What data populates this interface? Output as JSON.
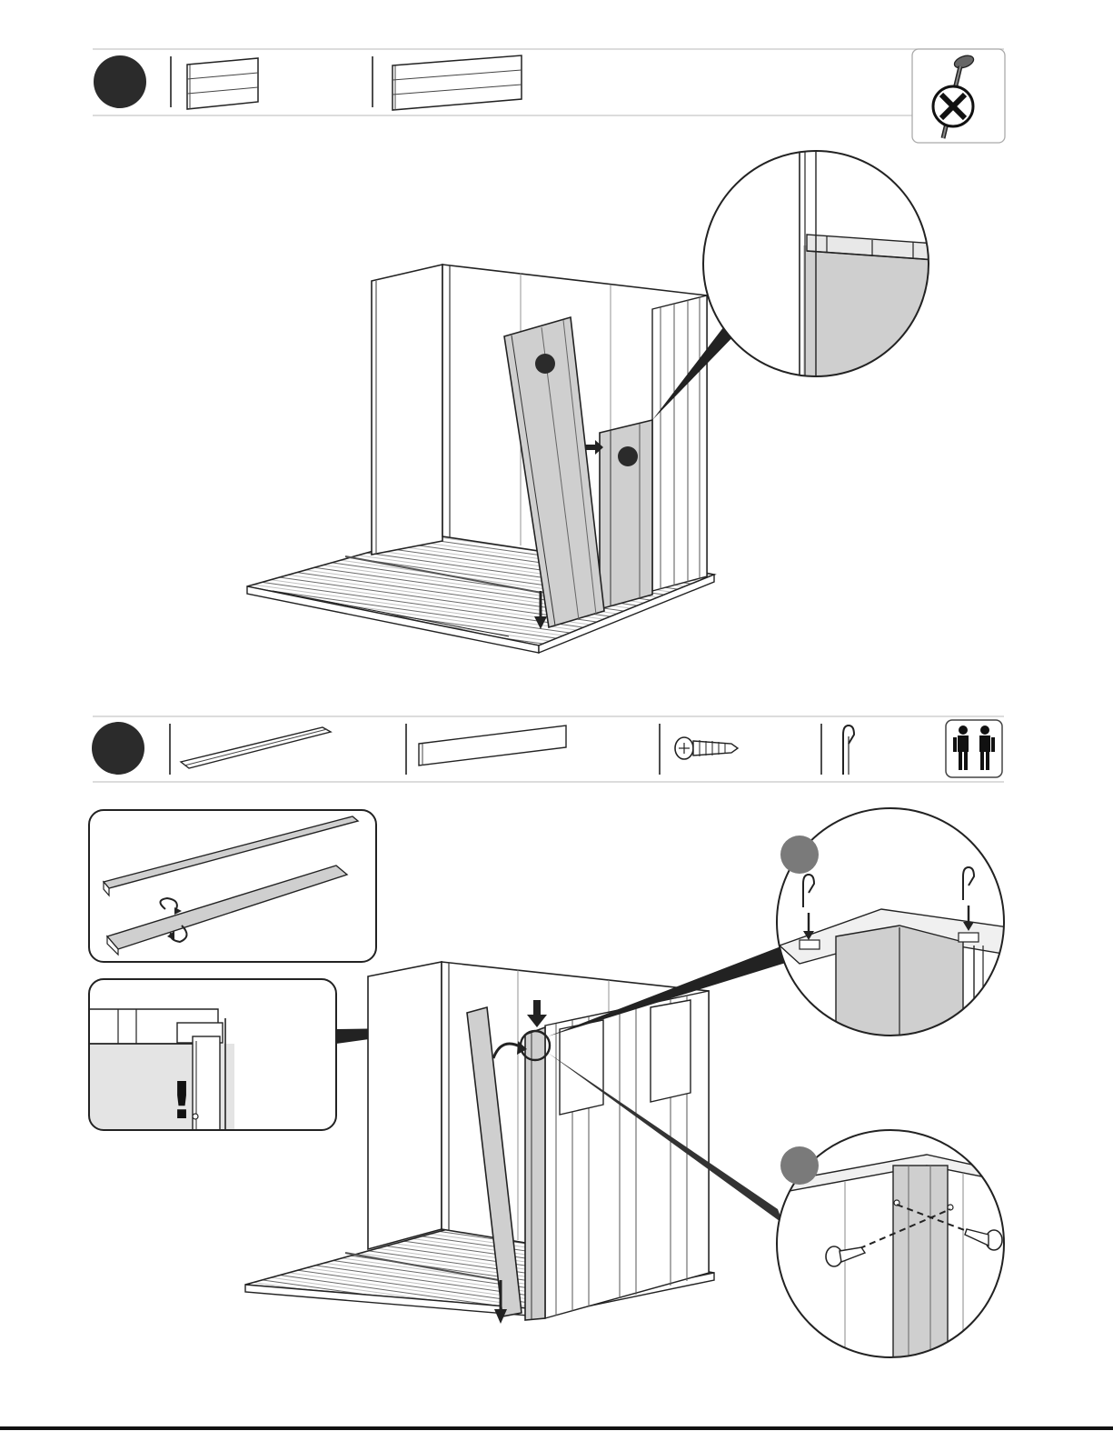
{
  "document": {
    "type": "assembly-instructions-page",
    "steps": [
      {
        "number": "",
        "parts": [
          {
            "icon": "short-wall-panel-icon"
          },
          {
            "icon": "long-wall-panel-icon"
          }
        ],
        "tool_notice": {
          "icon": "no-screws-icon"
        },
        "callouts": [
          {
            "number": ""
          },
          {
            "number": ""
          }
        ]
      },
      {
        "number": "",
        "parts": [
          {
            "icon": "connector-profile-icon"
          },
          {
            "icon": "corner-profile-icon"
          },
          {
            "icon": "screw-icon"
          },
          {
            "icon": "clip-icon"
          }
        ],
        "people_notice": {
          "icon": "two-people-icon"
        },
        "details": [
          {
            "name": "profile-flip-detail"
          },
          {
            "name": "alignment-warning-detail",
            "mark": "!"
          },
          {
            "name": "clip-insertion-detail",
            "callout": ""
          },
          {
            "name": "screw-fastening-detail",
            "callout": ""
          }
        ]
      }
    ]
  },
  "colors": {
    "line": "#1a1a1a",
    "panel_fill": "#cfcfcf",
    "step_badge": "#2b2b2b",
    "callout_grey": "#7a7a7a",
    "divider": "#bdbdbd"
  }
}
